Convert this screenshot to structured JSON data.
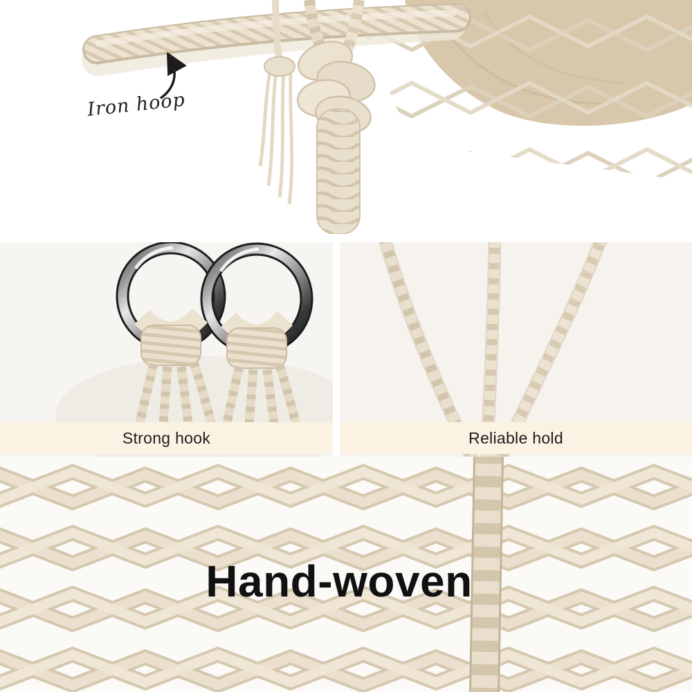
{
  "annotations": {
    "iron_hoop_label": "Iron hoop",
    "hand_woven_caption": "Hand-woven"
  },
  "banners": {
    "strong_hook": {
      "label": "Strong hook"
    },
    "reliable_hold": {
      "label": "Reliable hold"
    }
  },
  "icons": {
    "iron_hoop_arrow": "curved-arrow-icon"
  },
  "colors": {
    "banner_background": "#fbf2e3",
    "text_dark": "#1d1d1d",
    "rope_light": "#ece2d0",
    "rope_mid": "#d8cbb2",
    "rope_shadow": "#c2b499",
    "cushion_beige": "#d8c7ab",
    "metal_ring_dark": "#1d1d1d",
    "metal_ring_light": "#e8e8e8",
    "photo_background_left": "#f7f5f1",
    "photo_background_right": "#f6f3ee",
    "net_background": "#fbfaf6"
  }
}
